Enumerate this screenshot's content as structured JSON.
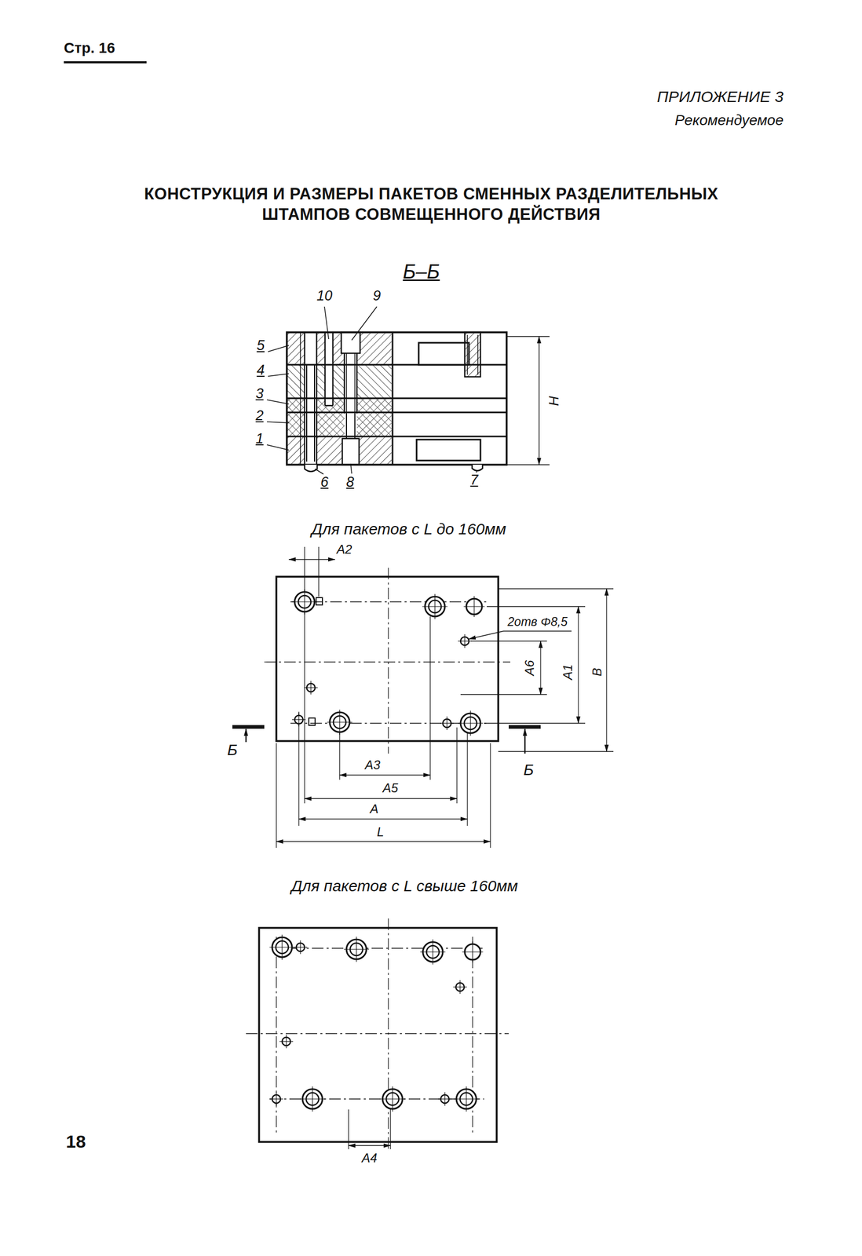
{
  "diagram": {
    "title": "КОНСТРУКЦИЯ И РАЗМЕРЫ ПАКЕТОВ СМЕННЫХ РАЗДЕЛИТЕЛЬНЫХ ШТАМПОВ СОВМЕЩЕННОГО ДЕЙСТВИЯ",
    "labels": [
      "Стр. 16",
      "ПРИЛОЖЕНИЕ 3",
      "Рекомендуемое",
      "Б–Б",
      "10",
      "9",
      "5",
      "4",
      "3",
      "2",
      "1",
      "6",
      "8",
      "7",
      "H",
      "Для пакетов с L до 160мм",
      "A2",
      "2отв Φ8,5",
      "A6",
      "A1",
      "B",
      "Б",
      "Б",
      "A3",
      "A5",
      "A",
      "L",
      "Для пакетов с L свыше 160мм",
      "A4",
      "18"
    ]
  }
}
